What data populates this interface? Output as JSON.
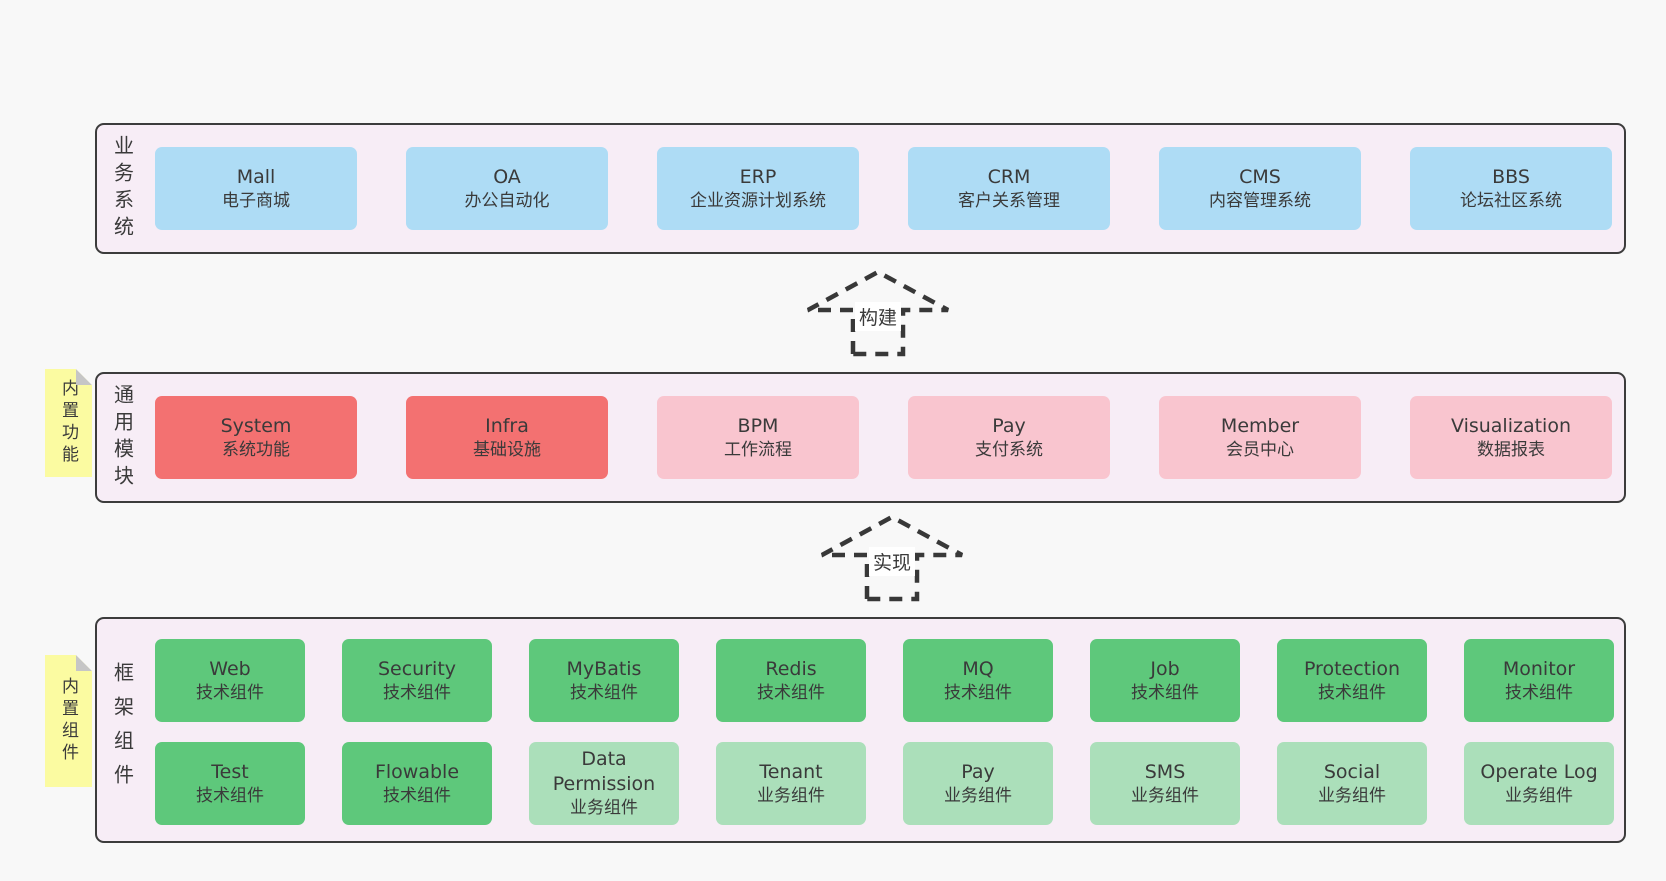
{
  "colors": {
    "page_bg": "#f8f8f8",
    "band_bg": "#f7edf6",
    "band_border": "#3c3c3c",
    "box_blue": "#aedcf5",
    "box_red": "#f37171",
    "box_pink": "#f9c5cf",
    "box_green": "#5ec87b",
    "box_green_light": "#abdfba",
    "sticky_yellow": "#fbfba1",
    "sticky_fold": "#c6c6c6",
    "text": "#3a3a3a"
  },
  "bands": [
    {
      "label": "业务系统",
      "rows": [
        [
          {
            "en": "Mall",
            "zh": "电子商城",
            "variant": "blue"
          },
          {
            "en": "OA",
            "zh": "办公自动化",
            "variant": "blue"
          },
          {
            "en": "ERP",
            "zh": "企业资源计划系统",
            "variant": "blue"
          },
          {
            "en": "CRM",
            "zh": "客户关系管理",
            "variant": "blue"
          },
          {
            "en": "CMS",
            "zh": "内容管理系统",
            "variant": "blue"
          },
          {
            "en": "BBS",
            "zh": "论坛社区系统",
            "variant": "blue"
          }
        ]
      ]
    },
    {
      "label": "通用模块",
      "sticky": "内置功能",
      "rows": [
        [
          {
            "en": "System",
            "zh": "系统功能",
            "variant": "red"
          },
          {
            "en": "Infra",
            "zh": "基础设施",
            "variant": "red"
          },
          {
            "en": "BPM",
            "zh": "工作流程",
            "variant": "pink"
          },
          {
            "en": "Pay",
            "zh": "支付系统",
            "variant": "pink"
          },
          {
            "en": "Member",
            "zh": "会员中心",
            "variant": "pink"
          },
          {
            "en": "Visualization",
            "zh": "数据报表",
            "variant": "pink"
          }
        ]
      ]
    },
    {
      "label": "框架组件",
      "sticky": "内置组件",
      "rows": [
        [
          {
            "en": "Web",
            "zh": "技术组件",
            "variant": "green"
          },
          {
            "en": "Security",
            "zh": "技术组件",
            "variant": "green"
          },
          {
            "en": "MyBatis",
            "zh": "技术组件",
            "variant": "green"
          },
          {
            "en": "Redis",
            "zh": "技术组件",
            "variant": "green"
          },
          {
            "en": "MQ",
            "zh": "技术组件",
            "variant": "green"
          },
          {
            "en": "Job",
            "zh": "技术组件",
            "variant": "green"
          },
          {
            "en": "Protection",
            "zh": "技术组件",
            "variant": "green"
          },
          {
            "en": "Monitor",
            "zh": "技术组件",
            "variant": "green"
          }
        ],
        [
          {
            "en": "Test",
            "zh": "技术组件",
            "variant": "green"
          },
          {
            "en": "Flowable",
            "zh": "技术组件",
            "variant": "green"
          },
          {
            "en": "Data Permission",
            "zh": "业务组件",
            "variant": "green-light"
          },
          {
            "en": "Tenant",
            "zh": "业务组件",
            "variant": "green-light"
          },
          {
            "en": "Pay",
            "zh": "业务组件",
            "variant": "green-light"
          },
          {
            "en": "SMS",
            "zh": "业务组件",
            "variant": "green-light"
          },
          {
            "en": "Social",
            "zh": "业务组件",
            "variant": "green-light"
          },
          {
            "en": "Operate Log",
            "zh": "业务组件",
            "variant": "green-light"
          }
        ]
      ]
    }
  ],
  "arrows": [
    {
      "label": "构建"
    },
    {
      "label": "实现"
    }
  ]
}
